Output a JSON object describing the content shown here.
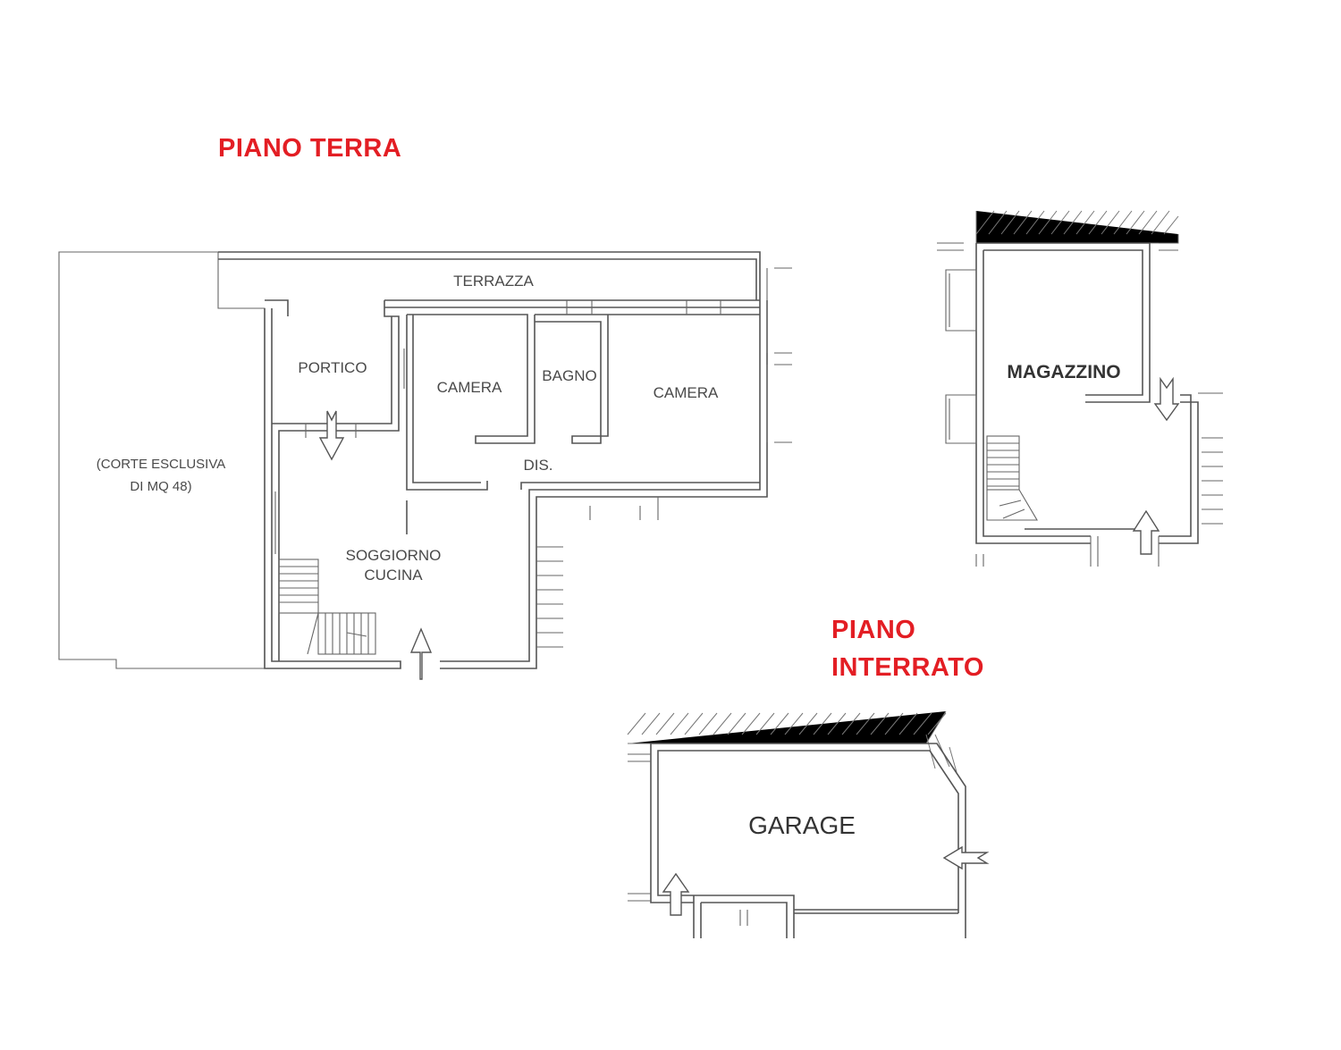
{
  "titles": {
    "ground_floor": "PIANO TERRA",
    "basement_line1": "PIANO",
    "basement_line2": "INTERRATO"
  },
  "colors": {
    "title": "#e31e24",
    "walls": "#555555",
    "labels": "#4a4a4a"
  },
  "rooms": {
    "terrazza": "TERRAZZA",
    "portico": "PORTICO",
    "camera_1": "CAMERA",
    "bagno": "BAGNO",
    "camera_2": "CAMERA",
    "corte_line1": "(CORTE ESCLUSIVA",
    "corte_line2": "DI MQ 48)",
    "dis": "DIS.",
    "soggiorno": "SOGGIORNO",
    "cucina": "CUCINA",
    "magazzino": "MAGAZZINO",
    "garage": "GARAGE"
  }
}
